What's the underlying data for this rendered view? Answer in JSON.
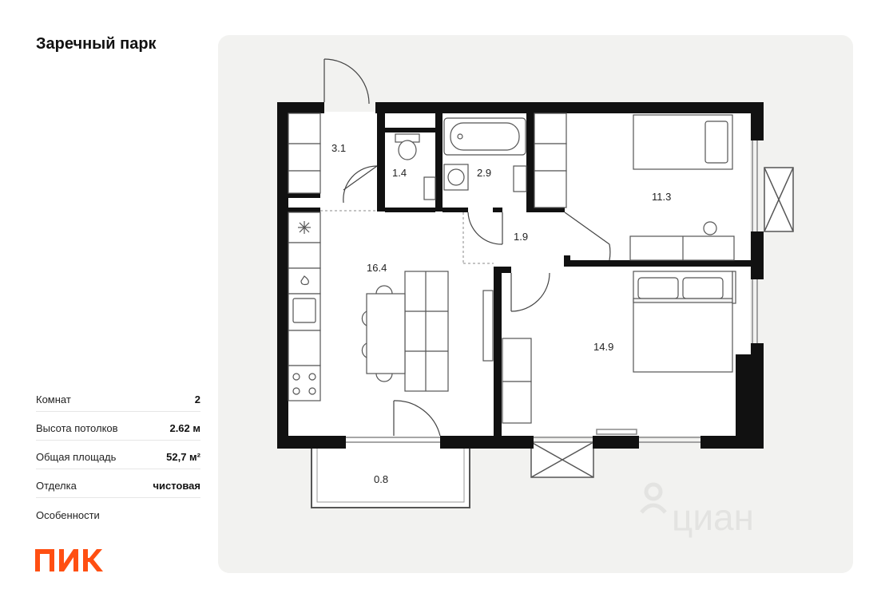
{
  "title": "Заречный парк",
  "specs": [
    {
      "label": "Комнат",
      "value": "2"
    },
    {
      "label": "Высота потолков",
      "value": "2.62 м"
    },
    {
      "label": "Общая площадь",
      "value": "52,7 м²"
    },
    {
      "label": "Отделка",
      "value": "чистовая"
    },
    {
      "label": "Особенности",
      "value": ""
    }
  ],
  "logo_text": "ПИК",
  "watermark": "циан",
  "rooms": {
    "hall": "3.1",
    "wc": "1.4",
    "bath": "2.9",
    "corridor": "1.9",
    "bedroom_small": "11.3",
    "kitchen_living": "16.4",
    "bedroom_large": "14.9",
    "balcony": "0.8"
  },
  "colors": {
    "accent": "#ff4f12",
    "wall": "#111111",
    "panel": "#f2f2f0"
  }
}
